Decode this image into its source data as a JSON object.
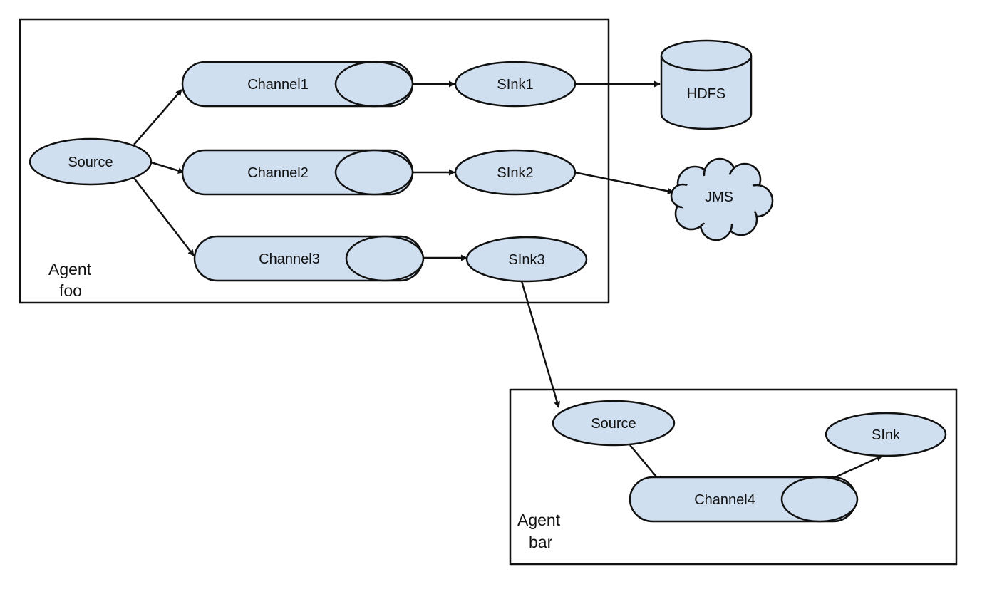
{
  "agents": {
    "foo": {
      "line1": "Agent",
      "line2": "foo"
    },
    "bar": {
      "line1": "Agent",
      "line2": "bar"
    }
  },
  "nodes": {
    "source_foo": "Source",
    "channel1": "Channel1",
    "channel2": "Channel2",
    "channel3": "Channel3",
    "sink1": "SInk1",
    "sink2": "SInk2",
    "sink3": "SInk3",
    "hdfs": "HDFS",
    "jms": "JMS",
    "source_bar": "Source",
    "channel4": "Channel4",
    "sink_bar": "SInk"
  },
  "colors": {
    "node_fill": "#cfdff0",
    "stroke": "#111111"
  }
}
